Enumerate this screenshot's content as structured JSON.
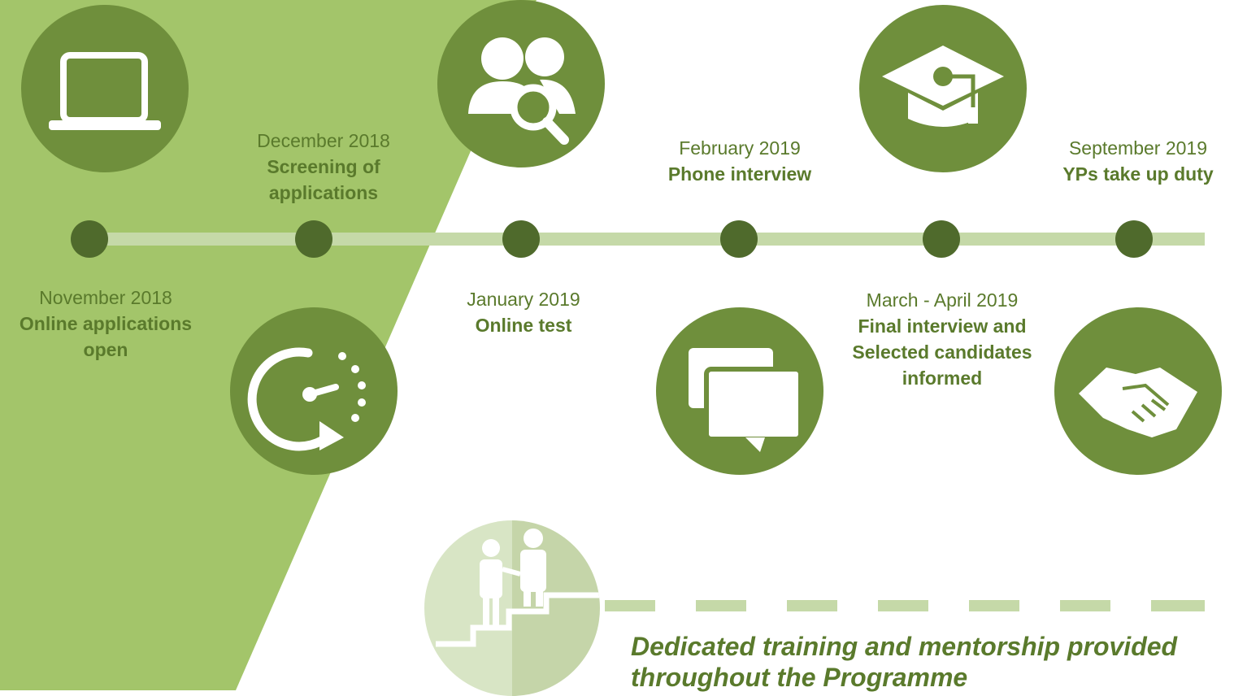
{
  "milestones": [
    {
      "date": "November 2018",
      "label": "Online applications open"
    },
    {
      "date": "December 2018",
      "label": "Screening of applications"
    },
    {
      "date": "January 2019",
      "label": "Online test"
    },
    {
      "date": "February 2019",
      "label": "Phone interview"
    },
    {
      "date": "March - April 2019",
      "label": "Final interview and Selected candidates informed"
    },
    {
      "date": "September 2019",
      "label": "YPs take up duty"
    }
  ],
  "icons": [
    "laptop-icon",
    "loading-timer-icon",
    "people-search-icon",
    "chat-bubbles-icon",
    "graduation-cap-icon",
    "handshake-icon",
    "mentorship-stairs-icon"
  ],
  "training_note": "Dedicated training and mentorship provided throughout the Programme",
  "colors": {
    "dark_green": "#4f6a2c",
    "medium_green": "#6f8f3c",
    "light_green": "#a3c56a",
    "pale_green": "#c5d9a8",
    "text_green": "#5a7a2c"
  }
}
